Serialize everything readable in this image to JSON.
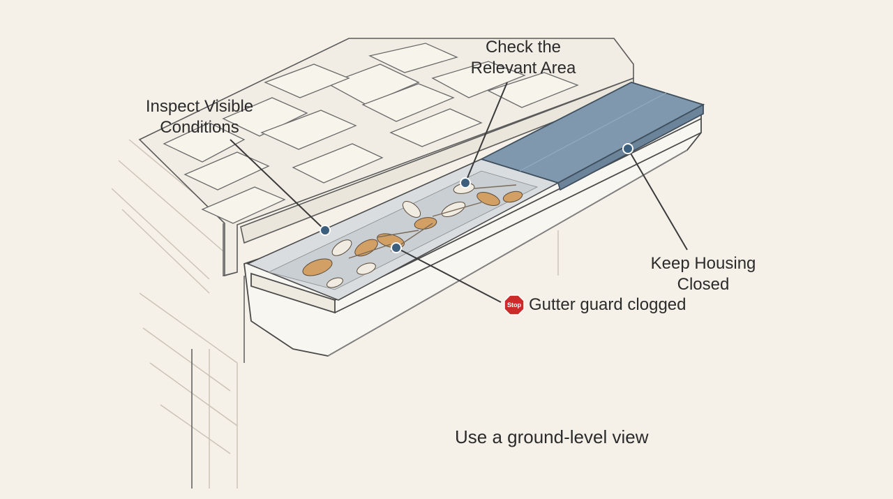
{
  "labels": {
    "inspect": [
      "Inspect Visible",
      "Conditions"
    ],
    "check": [
      "Check the",
      "Relevant Area"
    ],
    "keep": [
      "Keep Housing",
      "Closed"
    ],
    "clogged": "Gutter guard clogged",
    "footer": "Use a ground-level view"
  },
  "icons": {
    "stop_sign": {
      "name": "stop-sign-icon",
      "text": "Stop",
      "color": "#cc2b2b"
    },
    "callout_dot": {
      "name": "callout-dot-icon",
      "color": "#3d5f7e"
    }
  },
  "colors": {
    "background": "#f5f1e8",
    "housing_cover": "#7f98ad",
    "debris_leaf": "#d2a064",
    "line": "#3a3a3a"
  }
}
